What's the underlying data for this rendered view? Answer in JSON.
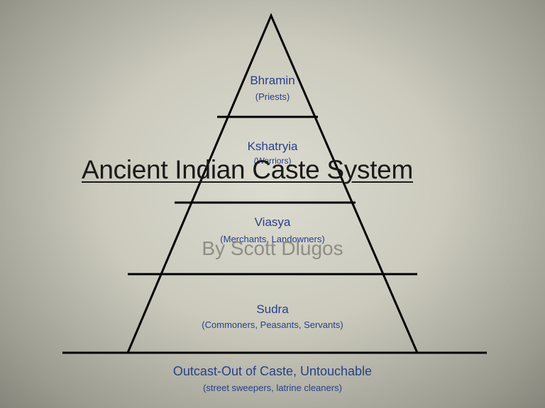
{
  "slide": {
    "title": "Ancient Indian Caste System",
    "subtitle": "By Scott Dlugos"
  },
  "pyramid": {
    "tiers": [
      {
        "name": "Bhramin",
        "desc": "(Priests)"
      },
      {
        "name": "Kshatryia",
        "desc": "(Warriors)"
      },
      {
        "name": "Viasya",
        "desc": "(Merchants, Landowners)"
      },
      {
        "name": "Sudra",
        "desc": "(Commoners, Peasants, Servants)"
      }
    ],
    "outcast": {
      "name": "Outcast-Out of Caste, Untouchable",
      "desc": "(street sweepers, latrine cleaners)"
    }
  },
  "colors": {
    "tier_text": "#27408b",
    "pyramid_stroke": "#000000",
    "title_text": "#1a1a1a",
    "subtitle_text": "#8e8d86"
  }
}
